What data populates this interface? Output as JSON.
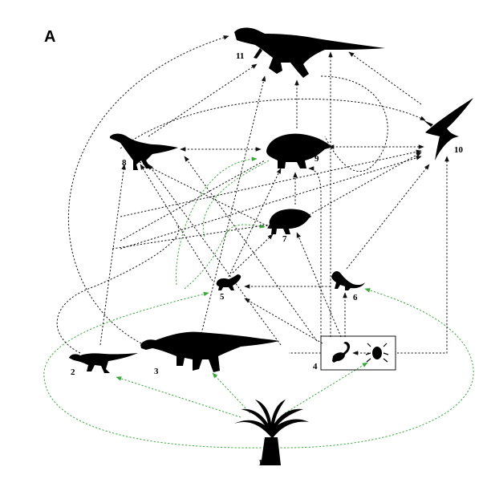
{
  "figure": {
    "panel_label": "A",
    "node_labels": {
      "n1": "1",
      "n2": "2",
      "n3": "3",
      "n4": "4",
      "n5": "5",
      "n6": "6",
      "n7": "7",
      "n8": "8",
      "n9": "9",
      "n10": "10",
      "n11": "11"
    },
    "edge_colors": {
      "predation": "#111111",
      "herbivory": "#3aa83a"
    },
    "nodes": [
      {
        "id": "n1",
        "icon": "cycad-plant-icon"
      },
      {
        "id": "n2",
        "icon": "small-ornithopod-icon"
      },
      {
        "id": "n3",
        "icon": "sauropod-icon"
      },
      {
        "id": "n4",
        "icon": "invertebrates-box-icon"
      },
      {
        "id": "n5",
        "icon": "small-mammal-icon"
      },
      {
        "id": "n6",
        "icon": "lizard-icon"
      },
      {
        "id": "n7",
        "icon": "turtle-icon"
      },
      {
        "id": "n8",
        "icon": "small-theropod-icon"
      },
      {
        "id": "n9",
        "icon": "ankylosaur-icon"
      },
      {
        "id": "n10",
        "icon": "pterosaur-icon"
      },
      {
        "id": "n11",
        "icon": "large-theropod-icon"
      }
    ]
  }
}
